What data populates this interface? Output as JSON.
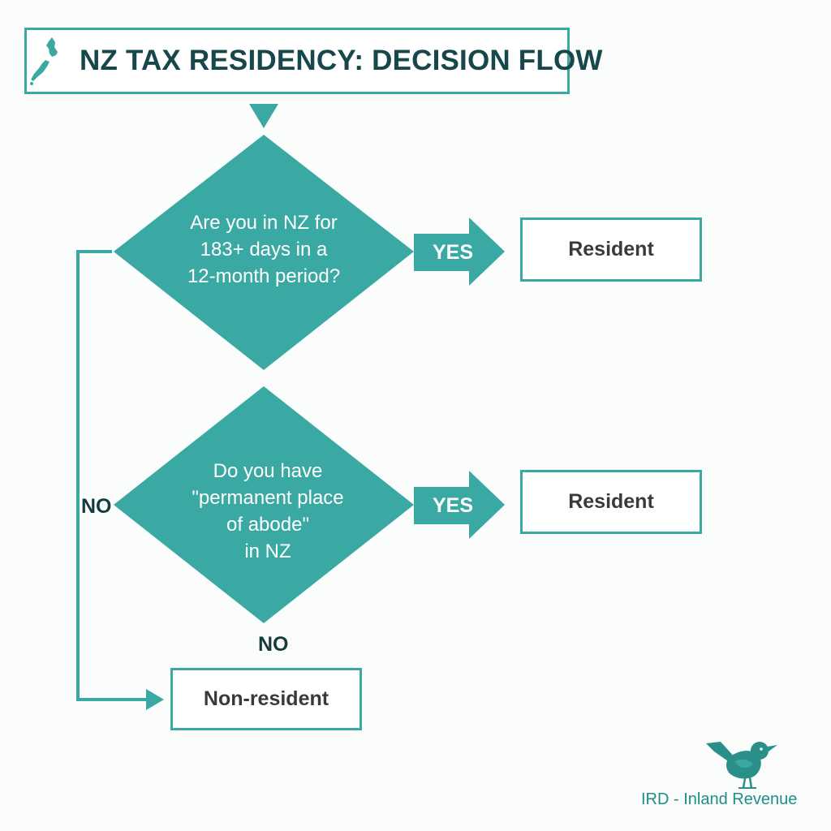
{
  "diagram": {
    "title": "NZ TAX RESIDENCY: DECISION FLOW",
    "question1": {
      "lines": [
        "Are you in NZ for",
        "183+ days in a",
        "12-month period?"
      ]
    },
    "question2": {
      "lines": [
        "Do you have",
        "\"permanent place",
        "of abode\"",
        "in NZ"
      ]
    },
    "yes_label_1": "YES",
    "yes_label_2": "YES",
    "no_label_1": "NO",
    "no_label_2": "NO",
    "result_1": "Resident",
    "result_2": "Resident",
    "result_3": "Non-resident"
  },
  "footer": {
    "brand": "IRD - Inland Revenue",
    "logo_icon": "bird-icon"
  },
  "colors": {
    "teal": "#3aa9a3",
    "title_text": "#16474a",
    "box_text": "#3a3a3a"
  }
}
